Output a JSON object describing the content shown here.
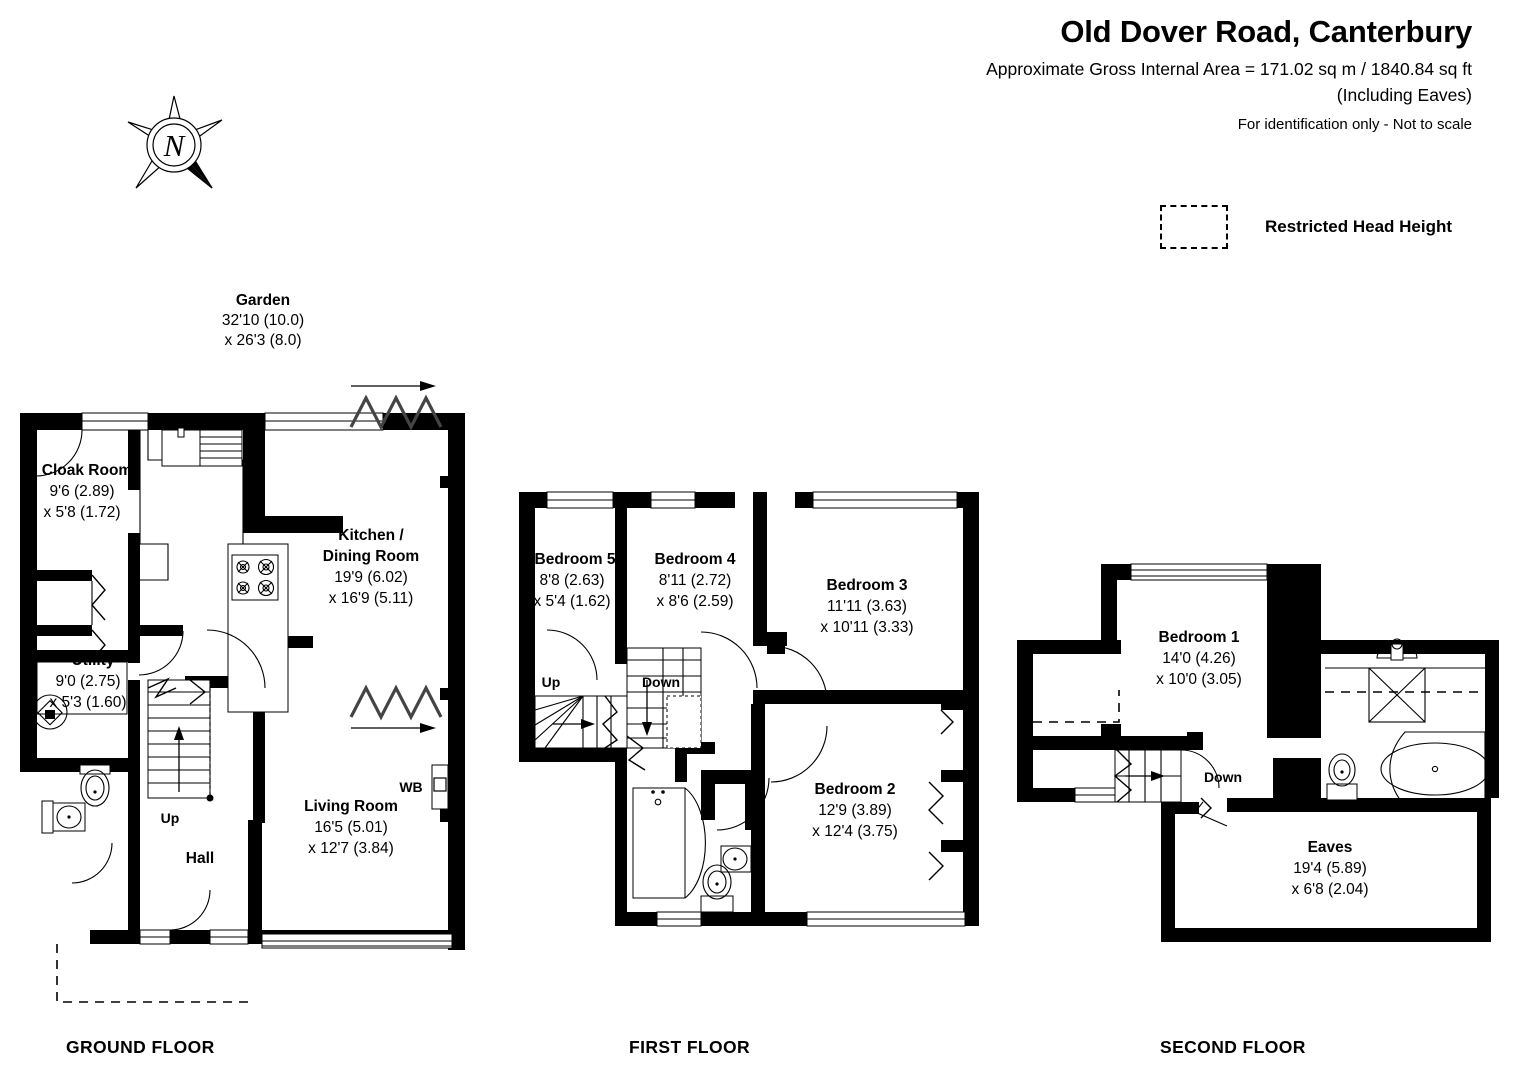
{
  "header": {
    "title": "Old Dover Road, Canterbury",
    "area_line": "Approximate Gross Internal Area = 171.02 sq m / 1840.84 sq ft",
    "eaves_line": "(Including Eaves)",
    "disclaimer": "For identification only - Not to scale"
  },
  "legend": {
    "restricted_head_height": "Restricted Head Height"
  },
  "compass": {
    "north_label": "N"
  },
  "floors": [
    {
      "id": "ground",
      "caption": "GROUND FLOOR"
    },
    {
      "id": "first",
      "caption": "FIRST FLOOR"
    },
    {
      "id": "second",
      "caption": "SECOND FLOOR"
    }
  ],
  "ground_floor": {
    "garden": {
      "name": "Garden",
      "dim1": "32'10 (10.0)",
      "dim2": "x 26'3 (8.0)"
    },
    "cloak_room": {
      "name": "Cloak Room",
      "dim1": "9'6 (2.89)",
      "dim2": "x 5'8 (1.72)"
    },
    "utility": {
      "name": "Utility",
      "dim1": "9'0 (2.75)",
      "dim2": "x 5'3 (1.60)"
    },
    "kitchen_dining": {
      "name1": "Kitchen /",
      "name2": "Dining Room",
      "dim1": "19'9 (6.02)",
      "dim2": "x 16'9 (5.11)"
    },
    "living_room": {
      "name": "Living Room",
      "dim1": "16'5 (5.01)",
      "dim2": "x 12'7 (3.84)"
    },
    "hall": {
      "name": "Hall"
    },
    "wood_burner": {
      "label": "WB"
    },
    "stair": {
      "label": "Up"
    }
  },
  "first_floor": {
    "bedroom5": {
      "name": "Bedroom 5",
      "dim1": "8'8 (2.63)",
      "dim2": "x 5'4 (1.62)"
    },
    "bedroom4": {
      "name": "Bedroom 4",
      "dim1": "8'11 (2.72)",
      "dim2": "x 8'6 (2.59)"
    },
    "bedroom3": {
      "name": "Bedroom 3",
      "dim1": "11'11 (3.63)",
      "dim2": "x 10'11 (3.33)"
    },
    "bedroom2": {
      "name": "Bedroom 2",
      "dim1": "12'9 (3.89)",
      "dim2": "x 12'4 (3.75)"
    },
    "stair_up": {
      "label": "Up"
    },
    "stair_down": {
      "label": "Down"
    }
  },
  "second_floor": {
    "bedroom1": {
      "name": "Bedroom 1",
      "dim1": "14'0 (4.26)",
      "dim2": "x 10'0 (3.05)"
    },
    "eaves": {
      "name": "Eaves",
      "dim1": "19'4 (5.89)",
      "dim2": "x 6'8 (2.04)"
    },
    "stair_down": {
      "label": "Down"
    }
  }
}
